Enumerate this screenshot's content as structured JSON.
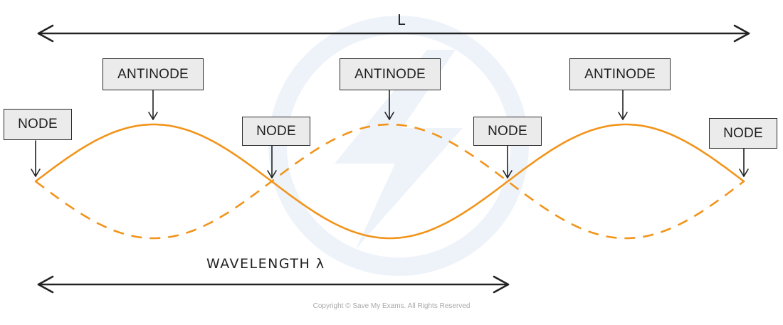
{
  "colors": {
    "wave": "#f2941a",
    "line": "#222222",
    "box_fill": "#ebebeb",
    "watermark": "#e6edf7"
  },
  "length_label": "L",
  "wavelength_label": "WAVELENGTH λ",
  "labels": {
    "node": "NODE",
    "antinode": "ANTINODE"
  },
  "copyright": "Copyright © Save My Exams. All Rights Reserved",
  "watermark_icon": "lightning-bolt-logo"
}
